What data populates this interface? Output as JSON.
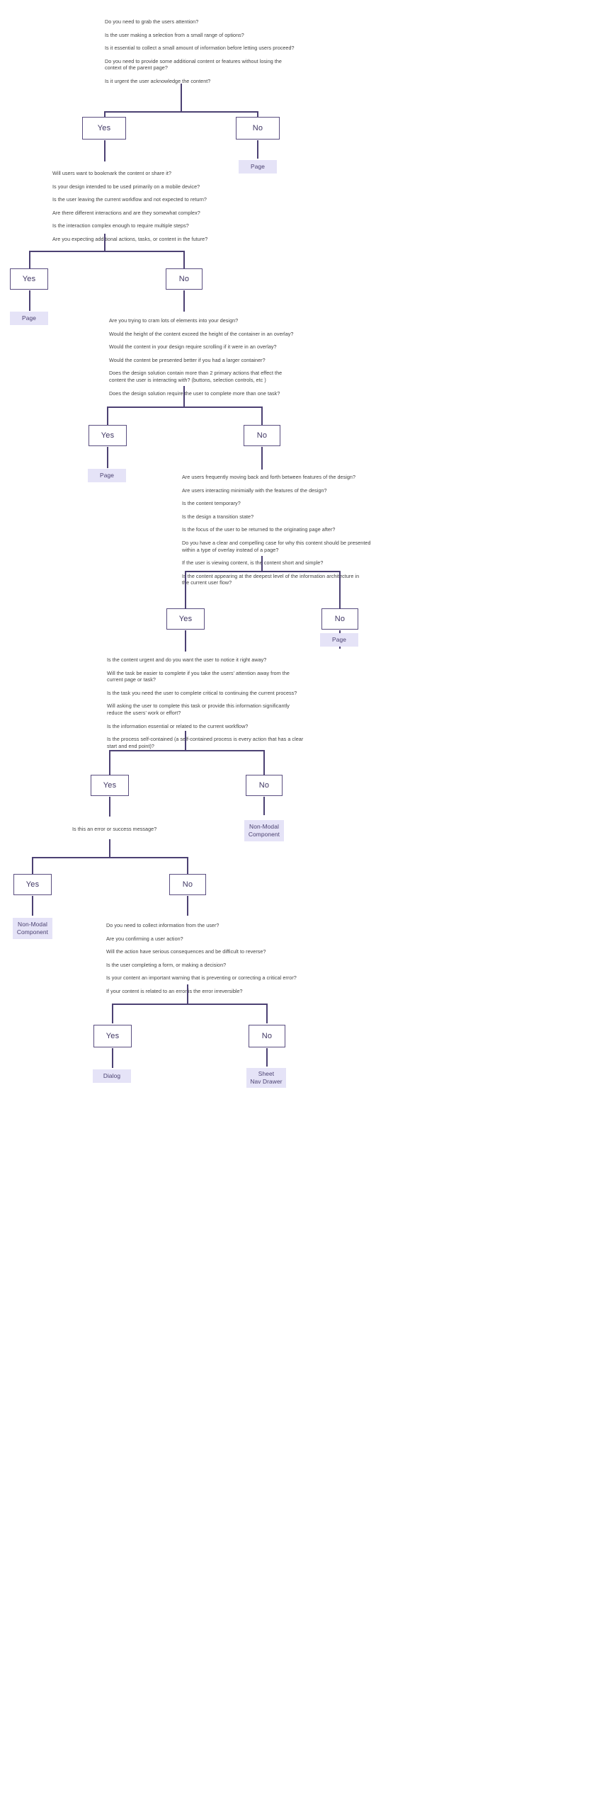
{
  "diagram": {
    "title": "UI Component Selection Decision Tree",
    "colors": {
      "stroke": "#4c4173",
      "box_border": "#5a4e80",
      "box_text": "#3f3663",
      "chip_bg": "#e5e3f7",
      "chip_text": "#4a4170",
      "question_text": "#3f3f3f",
      "background": "#ffffff"
    },
    "labels": {
      "yes": "Yes",
      "no": "No"
    }
  },
  "stages": [
    {
      "id": "stage-1",
      "questions": [
        "Do you need to grab the users attention?",
        "Is the user making a selection from a small range of options?",
        "Is it essential to collect a small amount of information before letting users proceed?",
        "Do you need to provide some additional content or features without losing the\ncontext of the parent page?",
        "Is it urgent the user acknowledge the content?"
      ],
      "yes_label": "Yes",
      "no_label": "No",
      "no_outcome": "Page"
    },
    {
      "id": "stage-2",
      "questions": [
        "Will users want to bookmark the content or share it?",
        "Is your design intended to be used primarily on a mobile device?",
        "Is the user leaving the current workflow and not expected to return?",
        "Are there different interactions and are they somewhat complex?",
        "Is the interaction complex enough to require multiple steps?",
        "Are you expecting additional actions, tasks, or content in the future?"
      ],
      "yes_label": "Yes",
      "no_label": "No",
      "yes_outcome": "Page"
    },
    {
      "id": "stage-3",
      "questions": [
        "Are you trying to cram lots of elements into your design?",
        "Would the height of the content exceed the height of the container in an overlay?",
        "Would the content in your design require scrolling if it were in an overlay?",
        "Would the content be presented better if you had a larger container?",
        "Does the design solution contain more than 2 primary actions that effect the\ncontent the user is interacting with? (buttons, selection controls, etc )",
        "Does the design solution require the user to complete more than one task?"
      ],
      "yes_label": "Yes",
      "no_label": "No",
      "yes_outcome": "Page"
    },
    {
      "id": "stage-4",
      "questions": [
        "Are users frequently moving back and forth between features of the design?",
        "Are users interacting minimially with the features of the design?",
        "Is the content temporary?",
        "Is the design a transition state?",
        "Is the focus of the user to be returned to the originating page after?",
        "Do you have a clear and compelling case for why this content should be presented\nwithin a type of overlay instead of a page?",
        "If the user is viewing content, is the content short and simple?",
        "Is the content appearing at the deepest level of the information architecture in\nthe current user flow?"
      ],
      "yes_label": "Yes",
      "no_label": "No",
      "no_outcome": "Page"
    },
    {
      "id": "stage-5",
      "questions": [
        "Is the content urgent and do you want the user to notice it right away?",
        "Will the task be easier to complete if you take the users’ attention away from the\ncurrent page or task?",
        "Is the task you need the user to complete critical to continuing the current process?",
        "Will asking the user to complete this task or provide this information significantly\nreduce the users’ work or effort?",
        "Is the information essential or related to the current workflow?",
        "Is the process self-contained (a self-contained process is every action that has a clear\nstart and end point)?"
      ],
      "yes_label": "Yes",
      "no_label": "No",
      "no_outcome": "Non-Modal\nComponent"
    },
    {
      "id": "stage-6",
      "questions": [
        "Is this an error or success message?"
      ],
      "yes_label": "Yes",
      "no_label": "No",
      "yes_outcome": "Non-Modal\nComponent"
    },
    {
      "id": "stage-7",
      "questions": [
        "Do you need to collect information from the user?",
        "Are you confirming a user action?",
        "Will the action have serious consequences and be difficult to reverse?",
        "Is the user completing a form, or making a decision?",
        "Is your content an important warning that is preventing or correcting a critical error?",
        "If your content is related to an error is the error irreversible?"
      ],
      "yes_label": "Yes",
      "no_label": "No",
      "yes_outcome": "Dialog",
      "no_outcome": "Sheet\nNav Drawer"
    }
  ]
}
